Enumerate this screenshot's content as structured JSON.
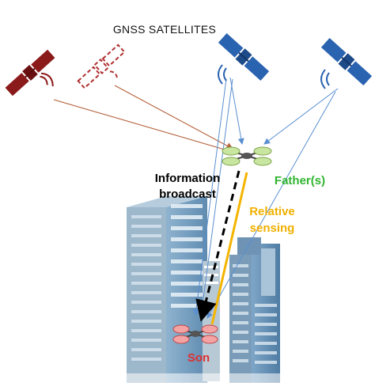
{
  "title": "GNSS SATELLITES",
  "labels": {
    "info_line1": "Information",
    "info_line2": "broadcast",
    "father": "Father(s)",
    "relative_line1": "Relative",
    "relative_line2": "sensing",
    "son": "Son"
  },
  "colors": {
    "red_satellite": "#8b1a1a",
    "blue_satellite": "#2a63b0",
    "signal_red": "#b5603a",
    "signal_blue": "#5a8fd0",
    "father_label": "#2fb52f",
    "relative_label": "#f0b000",
    "son_label": "#e03030",
    "relative_line": "#f4b400",
    "broadcast_arrow": "#000000",
    "building_blue": "#6a9acb",
    "building_gray": "#8a9eaa"
  },
  "icons": [
    "satellite-red-icon",
    "satellite-red-faded-icon",
    "satellite-blue-icon",
    "satellite-blue-icon",
    "drone-father-icon",
    "drone-son-icon"
  ]
}
